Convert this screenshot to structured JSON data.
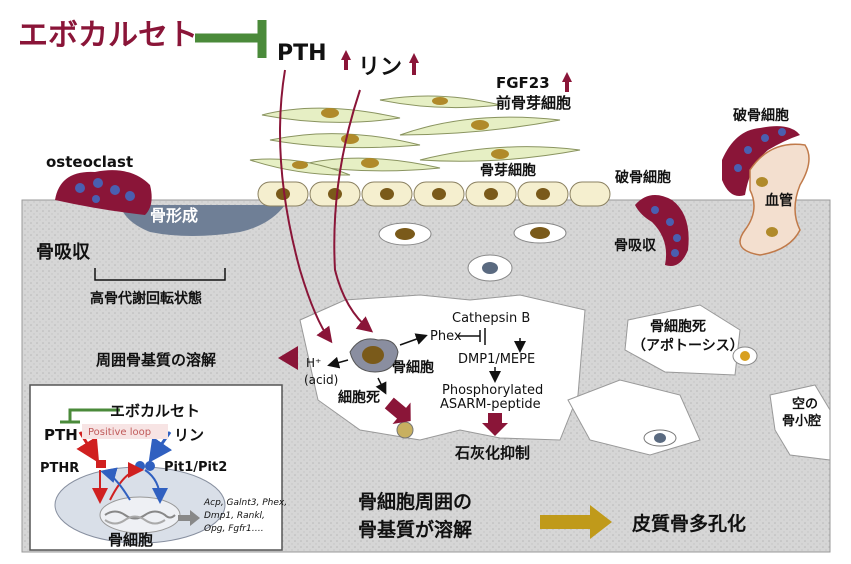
{
  "title": {
    "drug": "エボカルセト"
  },
  "hormones": {
    "pth": "PTH",
    "phosphate": "リン",
    "fgf23": "FGF23"
  },
  "cells": {
    "preosteoblast": "前骨芽細胞",
    "osteoblast": "骨芽細胞",
    "osteoclast_en": "osteoclast",
    "osteoclast_right": "破骨細胞",
    "osteoclast_top": "破骨細胞",
    "blood_vessel": "血管",
    "osteocyte": "骨細胞"
  },
  "process": {
    "bone_formation": "骨形成",
    "bone_resorption_left": "骨吸収",
    "bone_resorption_right": "骨吸収",
    "high_turnover": "高骨代謝回転状態",
    "osteocyte_apoptosis_1": "骨細胞死",
    "osteocyte_apoptosis_2": "（アポトーシス）",
    "empty_lacuna_1": "空の",
    "empty_lacuna_2": "骨小腔",
    "matrix_dissolution": "周囲骨基質の溶解",
    "h_acid_1": "H⁺",
    "h_acid_2": "(acid)",
    "cell_death": "細胞死",
    "phex": "Phex",
    "cathepsin": "Cathepsin B",
    "dmp1": "DMP1/MEPE",
    "asarm_1": "Phosphorylated",
    "asarm_2": "ASARM-peptide",
    "mineral_inhibition": "石灰化抑制",
    "bottom_1": "骨細胞周囲の",
    "bottom_2": "骨基質が溶解",
    "result": "皮質骨多孔化"
  },
  "inset": {
    "drug": "エボカルセト",
    "pth": "PTH",
    "positive_loop": "Positive loop",
    "phosphate": "リン",
    "pthr": "PTHR",
    "pit": "Pit1/Pit2",
    "genes_1": "Acp, Galnt3, Phex,",
    "genes_2": "Dmp1, Rankl,",
    "genes_3": "Opg, Fgfr1….",
    "cell": "骨細胞"
  },
  "colors": {
    "maroon": "#8a1538",
    "green": "#4a8a3a",
    "gold": "#c09a1a",
    "bone": "#dcdcdc"
  }
}
